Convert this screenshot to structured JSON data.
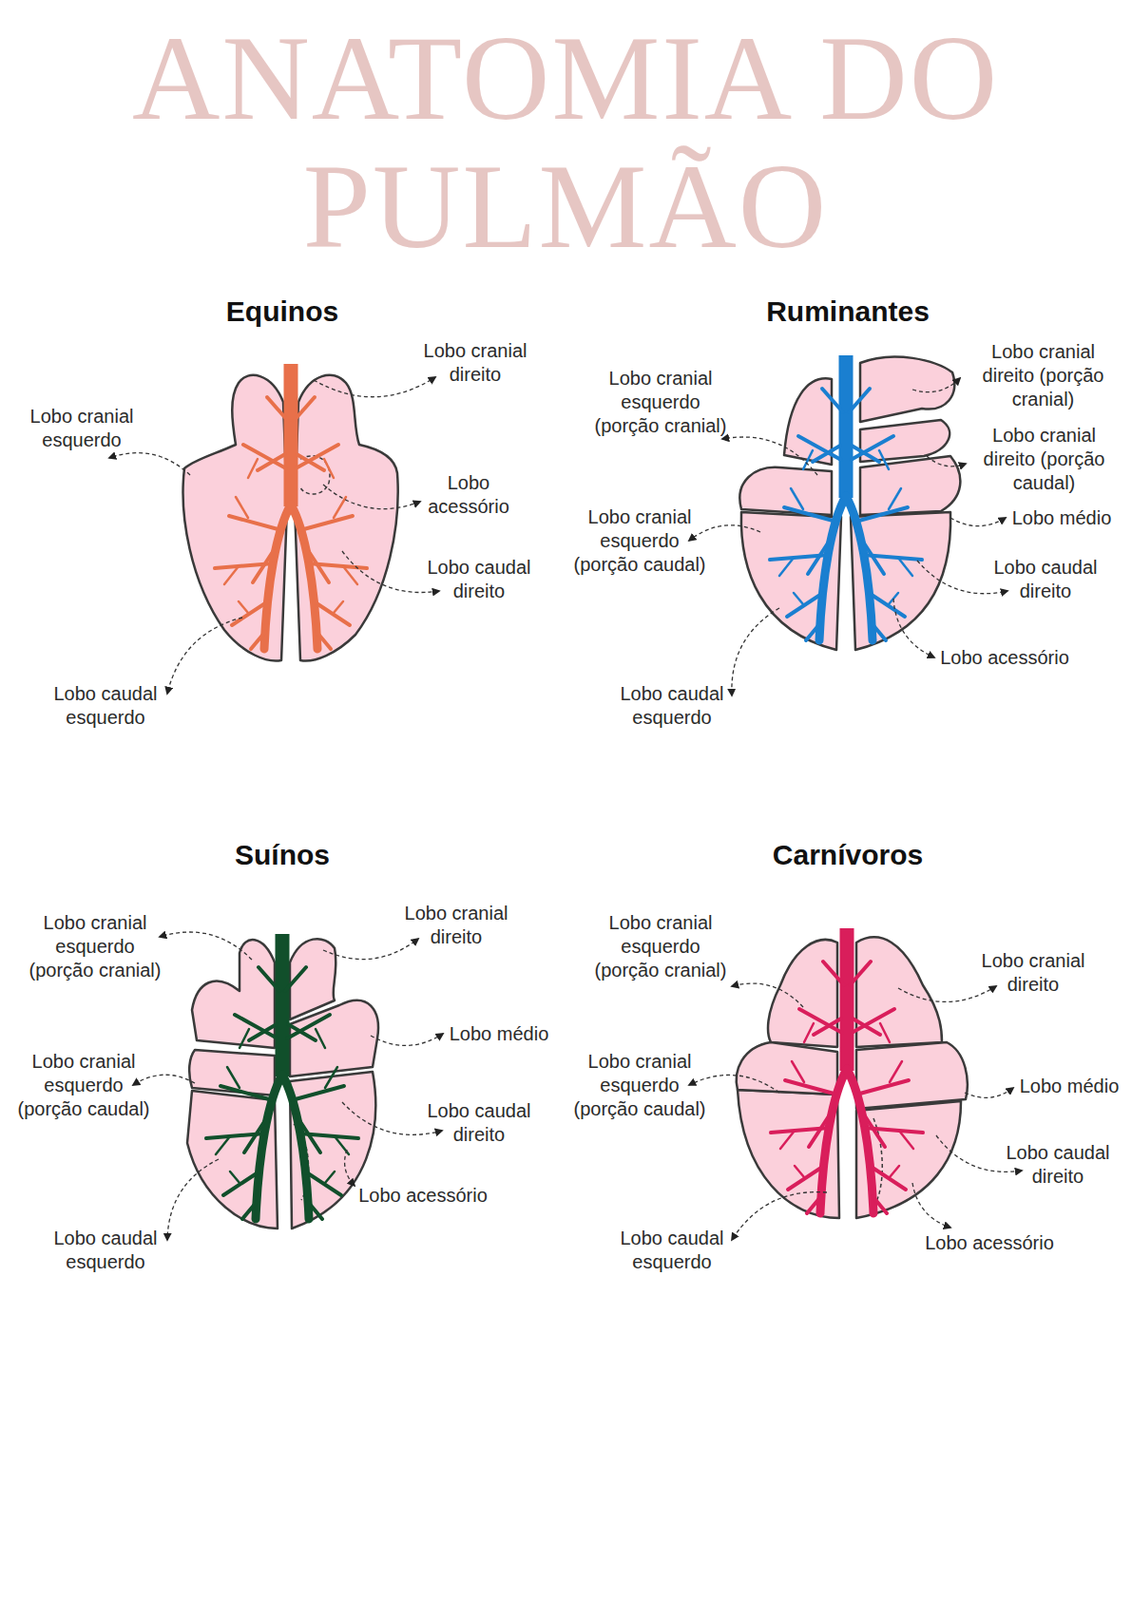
{
  "diagram": {
    "title": "ANATOMIA DO PULMÃO",
    "labels": [
      "Equinos",
      "Lobo cranial direito",
      "Lobo cranial esquerdo",
      "Lobo acessório",
      "Lobo caudal direito",
      "Lobo caudal esquerdo",
      "Ruminantes",
      "Lobo cranial direito (porção cranial)",
      "Lobo cranial esquerdo (porção cranial)",
      "Lobo cranial direito (porção caudal)",
      "Lobo médio",
      "Lobo cranial esquerdo (porção caudal)",
      "Lobo caudal direito",
      "Lobo acessório",
      "Lobo caudal esquerdo",
      "Suínos",
      "Lobo cranial esquerdo (porção cranial)",
      "Lobo cranial direito",
      "Lobo médio",
      "Lobo cranial esquerdo (porção caudal)",
      "Lobo caudal direito",
      "Lobo acessório",
      "Lobo caudal esquerdo",
      "Carnívoros",
      "Lobo cranial esquerdo (porção cranial)",
      "Lobo cranial direito",
      "Lobo cranial esquerdo (porção caudal)",
      "Lobo médio",
      "Lobo caudal direito",
      "Lobo acessório",
      "Lobo caudal esquerdo"
    ]
  }
}
